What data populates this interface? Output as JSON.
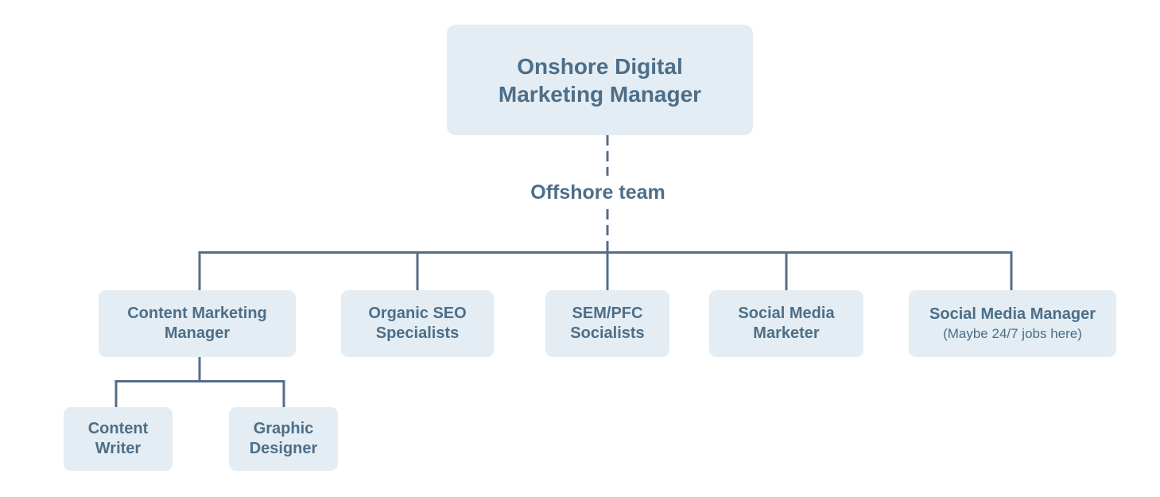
{
  "org_chart": {
    "root": {
      "label": "Onshore Digital Marketing Manager"
    },
    "group_label": "Offshore team",
    "children": [
      {
        "label": "Content Marketing Manager",
        "children": [
          {
            "label": "Content Writer"
          },
          {
            "label": "Graphic Designer"
          }
        ]
      },
      {
        "label": "Organic SEO Specialists"
      },
      {
        "label": "SEM/PFC Socialists"
      },
      {
        "label": "Social Media Marketer"
      },
      {
        "label": "Social Media Manager",
        "sublabel": "(Maybe 24/7 jobs here)"
      }
    ],
    "colors": {
      "box_fill": "#e3edf3",
      "text": "#4d6e89",
      "line": "#546e88",
      "background": "#ffffff"
    }
  }
}
